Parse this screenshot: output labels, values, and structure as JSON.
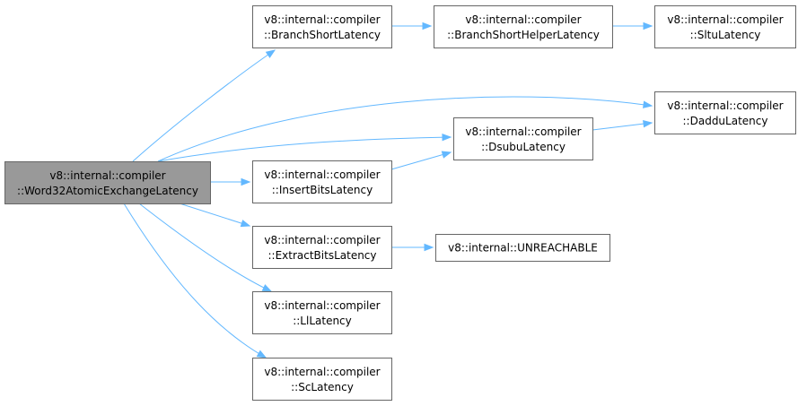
{
  "nodes": [
    {
      "id": "root",
      "line1": "v8::internal::compiler",
      "line2": "::Word32AtomicExchangeLatency",
      "root": true
    },
    {
      "id": "branchshort",
      "line1": "v8::internal::compiler",
      "line2": "::BranchShortLatency"
    },
    {
      "id": "branchhelper",
      "line1": "v8::internal::compiler",
      "line2": "::BranchShortHelperLatency"
    },
    {
      "id": "sltu",
      "line1": "v8::internal::compiler",
      "line2": "::SltuLatency"
    },
    {
      "id": "daddu",
      "line1": "v8::internal::compiler",
      "line2": "::DadduLatency"
    },
    {
      "id": "dsubu",
      "line1": "v8::internal::compiler",
      "line2": "::DsubuLatency"
    },
    {
      "id": "insertbits",
      "line1": "v8::internal::compiler",
      "line2": "::InsertBitsLatency"
    },
    {
      "id": "extractbits",
      "line1": "v8::internal::compiler",
      "line2": "::ExtractBitsLatency"
    },
    {
      "id": "unreachable",
      "line1": "v8::internal::UNREACHABLE"
    },
    {
      "id": "ll",
      "line1": "v8::internal::compiler",
      "line2": "::LlLatency"
    },
    {
      "id": "sc",
      "line1": "v8::internal::compiler",
      "line2": "::ScLatency"
    }
  ],
  "edges": [
    {
      "from": "root",
      "to": "branchshort"
    },
    {
      "from": "root",
      "to": "daddu"
    },
    {
      "from": "root",
      "to": "dsubu"
    },
    {
      "from": "root",
      "to": "insertbits"
    },
    {
      "from": "root",
      "to": "extractbits"
    },
    {
      "from": "root",
      "to": "ll"
    },
    {
      "from": "root",
      "to": "sc"
    },
    {
      "from": "branchshort",
      "to": "branchhelper"
    },
    {
      "from": "branchhelper",
      "to": "sltu"
    },
    {
      "from": "dsubu",
      "to": "daddu"
    },
    {
      "from": "insertbits",
      "to": "dsubu"
    },
    {
      "from": "extractbits",
      "to": "unreachable"
    }
  ],
  "colors": {
    "edge": "#63b8ff",
    "node_border": "#666666",
    "root_fill": "#999999",
    "node_fill": "#ffffff"
  }
}
